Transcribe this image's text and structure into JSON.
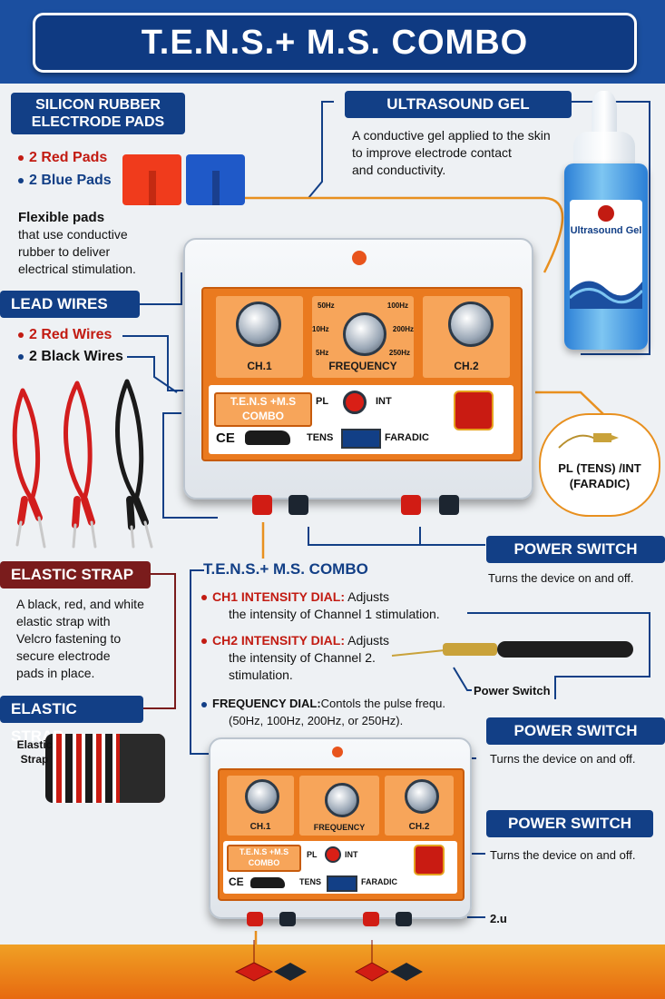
{
  "title": "T.E.N.S.+ M.S. COMBO",
  "electrodes": {
    "heading_line1": "SILICON RUBBER",
    "heading_line2": "ELECTRODE PADS",
    "red_pads": "2 Red Pads",
    "blue_pads": "2 Blue Pads",
    "desc_title": "Flexible pads",
    "desc_l1": "that use conductive",
    "desc_l2": "rubber to deliver",
    "desc_l3": "electrical stimulation."
  },
  "gel": {
    "heading": "ULTRASOUND GEL",
    "desc_l1": "A conductive gel applied to the skin",
    "desc_l2": "to improve electrode contact",
    "desc_l3": "and conductivity.",
    "bottle_label": "Ultrasound Gel"
  },
  "lead_wires": {
    "heading": "LEAD WIRES",
    "red": "2 Red Wires",
    "black": "2 Black Wires"
  },
  "device": {
    "ch1": "CH.1",
    "frequency": "FREQUENCY",
    "ch2": "CH.2",
    "freq_50": "50Hz",
    "freq_100": "100Hz",
    "freq_10": "10Hz",
    "freq_200": "200Hz",
    "freq_5": "5Hz",
    "freq_250": "250Hz",
    "badge_l1": "T.E.N.S +M.S",
    "badge_l2": "COMBO",
    "pl": "PL",
    "int": "INT",
    "tens": "TENS",
    "faradic": "FARADIC",
    "ce": "CE"
  },
  "pl_callout": {
    "l1": "PL (TENS) /INT",
    "l2": "(FARADIC)"
  },
  "elastic": {
    "heading": "ELASTIC STRAP",
    "desc_l1": "A black, red, and white",
    "desc_l2": "elastic strap with",
    "desc_l3": "Velcro fastening to",
    "desc_l4": "secure electrode",
    "desc_l5": "pads in place.",
    "heading2": "ELASTIC STRAP",
    "label_l1": "Elastic",
    "label_l2": "Strap"
  },
  "power1": {
    "heading": "POWER SWITCH",
    "desc": "Turns the device on and off."
  },
  "combo": {
    "heading": "T.E.N.S.+ M.S. COMBO",
    "ch1_title": "CH1 INTENSITY DIAL:",
    "ch1_desc1": " Adjusts",
    "ch1_desc2": "the intensity of Channel 1 stimulation.",
    "ch2_title": "CH2 INTENSITY DIAL:",
    "ch2_desc1": " Adjusts",
    "ch2_desc2": "the intensity of Channel 2.",
    "ch2_desc3": "stimulation.",
    "freq_title": "FREQUENCY DIAL:",
    "freq_desc1": "Contols the pulse frequ.",
    "freq_desc2": "(50Hz, 100Hz, 200Hz, or 250Hz)."
  },
  "probe_label": "Power Switch",
  "power2": {
    "heading": "POWER SWITCH",
    "desc": "Turns the device on and off."
  },
  "power3": {
    "heading": "POWER SWITCH",
    "desc": "Turns the device on and off."
  },
  "small_label": "2.u",
  "colors": {
    "navy": "#123f86",
    "orange": "#ea7a1f",
    "red": "#c21b12",
    "dark_red": "#7a1c1c"
  }
}
